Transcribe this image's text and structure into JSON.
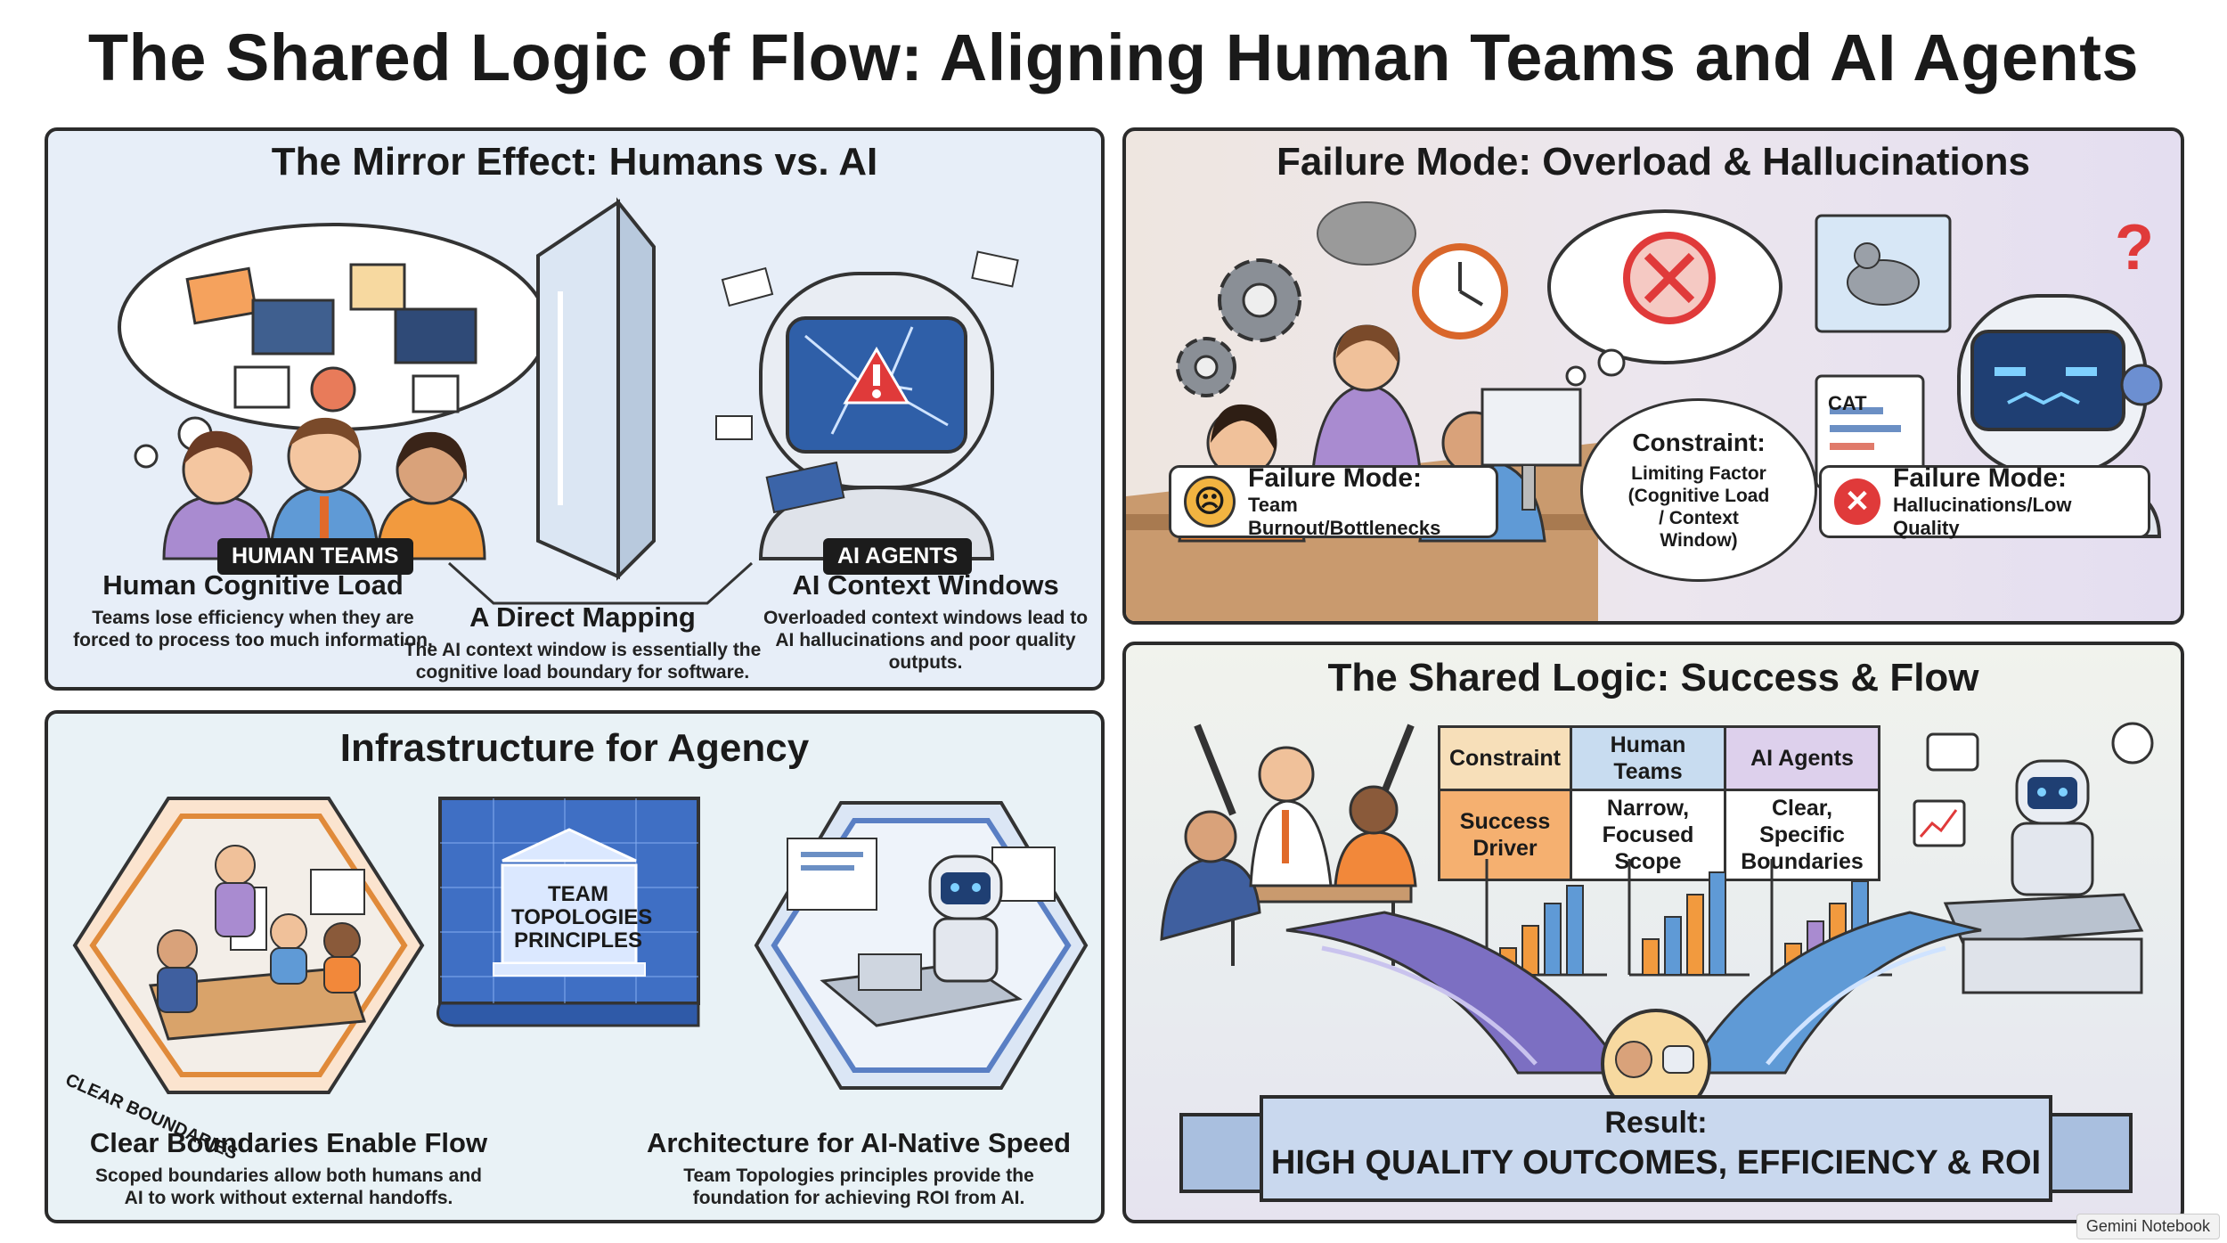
{
  "title": "The Shared Logic of Flow: Aligning Human Teams and AI Agents",
  "mirror": {
    "title": "The Mirror Effect: Humans vs. AI",
    "human_tag": "HUMAN TEAMS",
    "ai_tag": "AI AGENTS",
    "human_heading": "Human Cognitive Load",
    "human_body": "Teams lose efficiency when they are forced to process too much information.",
    "mapping_heading": "A Direct Mapping",
    "mapping_body": "The AI context window is essentially the cognitive load boundary for software.",
    "ai_heading": "AI Context Windows",
    "ai_body": "Overloaded context windows lead to AI hallucinations and poor quality outputs."
  },
  "failure": {
    "title": "Failure Mode: Overload & Hallucinations",
    "constraint_heading": "Constraint:",
    "constraint_body": "Limiting Factor (Cognitive Load / Context Window)",
    "cat_label": "CAT",
    "left_badge_heading": "Failure Mode:",
    "left_badge_body": "Team Burnout/Bottlenecks",
    "right_badge_heading": "Failure Mode:",
    "right_badge_body": "Hallucinations/Low Quality",
    "colors": {
      "warning": "#e03a3a",
      "neutral_face": "#f2b441"
    }
  },
  "infra": {
    "title": "Infrastructure for Agency",
    "boundaries_label": "CLEAR BOUNDARIES",
    "blueprint_label": "TEAM TOPOLOGIES PRINCIPLES",
    "left_heading": "Clear Boundaries Enable Flow",
    "left_body": "Scoped boundaries allow both humans and AI to work without external handoffs.",
    "right_heading": "Architecture for AI-Native Speed",
    "right_body": "Team Topologies principles provide the foundation for achieving ROI from AI."
  },
  "shared": {
    "title": "The Shared Logic: Success & Flow",
    "table": {
      "headers": [
        "Constraint",
        "Human Teams",
        "AI Agents"
      ],
      "row": [
        "Success Driver",
        "Narrow, Focused Scope",
        "Clear, Specific Boundaries"
      ],
      "header_colors": [
        "#f7dfb9",
        "#c8dcf0",
        "#ddd0ec"
      ],
      "row_colors": [
        "#f5b070",
        "#ffffff",
        "#ffffff"
      ]
    },
    "result_label": "Result:",
    "result_text": "HIGH QUALITY OUTCOMES, EFFICIENCY & ROI"
  },
  "watermark": "Gemini Notebook"
}
